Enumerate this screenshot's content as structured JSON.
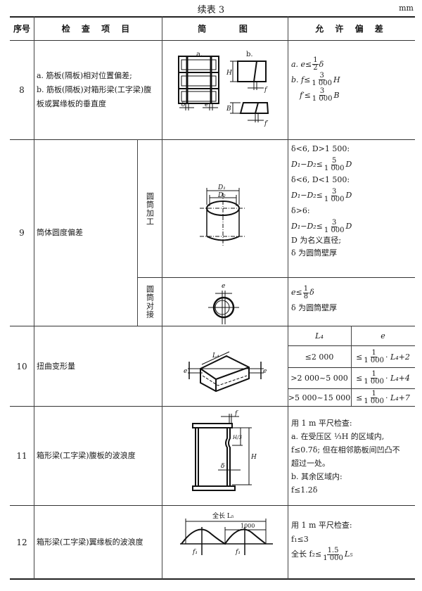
{
  "caption": "续表 3",
  "unit": "mm",
  "header": {
    "seq": "序号",
    "item": "检 查 项 目",
    "sketch": "简    图",
    "tolerance": "允 许 偏 差"
  },
  "rows": [
    {
      "seq": "8",
      "item_lines": [
        "a. 筋板(隔板)相对位置偏差;",
        "b. 筋板(隔板)对箱形梁(工字梁)腹",
        "板或翼缘板的垂直度"
      ],
      "sketch": {
        "label_a": "a.",
        "label_b": "b.",
        "dims": [
          "δ",
          "e",
          "H",
          "f",
          "B",
          "f′"
        ]
      },
      "tolerance": [
        {
          "prefix": "a. e≤",
          "num": "1",
          "den": "2",
          "suffix": "δ"
        },
        {
          "prefix": "b. f≤",
          "num": "3",
          "den": "1 000",
          "suffix": "H"
        },
        {
          "prefix": "f′≤",
          "num": "3",
          "den": "1 000",
          "suffix": "B"
        }
      ]
    },
    {
      "seq": "9",
      "item": "筒体圆度偏差",
      "sub": [
        {
          "label": "圆筒加工",
          "sketch_dims": [
            "D₁",
            "D₂"
          ],
          "tolerance": [
            {
              "text": "δ<6, D>1 500:"
            },
            {
              "prefix": "D₁−D₂≤",
              "num": "5",
              "den": "1 000",
              "suffix": "D"
            },
            {
              "text": "δ<6, D<1 500:"
            },
            {
              "prefix": "D₁−D₂≤",
              "num": "3",
              "den": "1 000",
              "suffix": "D"
            },
            {
              "text": "δ>6:"
            },
            {
              "prefix": "D₁−D₂≤",
              "num": "3",
              "den": "1 000",
              "suffix": "D"
            },
            {
              "text": "D 为名义直径;"
            },
            {
              "text": "δ 为圆筒壁厚"
            }
          ]
        },
        {
          "label": "圆筒对接",
          "sketch_dims": [
            "e"
          ],
          "tolerance": [
            {
              "prefix": "e≤",
              "num": "1",
              "den": "8",
              "suffix": "δ"
            },
            {
              "text": "δ 为圆筒壁厚"
            }
          ]
        }
      ]
    },
    {
      "seq": "10",
      "item": "扭曲变形量",
      "sketch_dims": [
        "L₄",
        "e",
        "e"
      ],
      "tolerance_table": {
        "headers": [
          "L₄",
          "e"
        ],
        "rows": [
          {
            "range": "≤2 000",
            "prefix": "≤",
            "num": "1",
            "den": "1 000",
            "suffix": "· L₄+2"
          },
          {
            "range": ">2 000~5 000",
            "prefix": "≤",
            "num": "1",
            "den": "1 000",
            "suffix": "· L₄+4"
          },
          {
            "range": ">5 000~15 000",
            "prefix": "≤",
            "num": "1",
            "den": "1 000",
            "suffix": "· L₄+7"
          }
        ]
      }
    },
    {
      "seq": "11",
      "item": "箱形梁(工字梁)腹板的波浪度",
      "sketch_dims": [
        "f",
        "H/3",
        "H",
        "δ"
      ],
      "tolerance": [
        {
          "text": "用 1 m 平尺检查:"
        },
        {
          "text": "a. 在受压区 ⅓H 的区域内,"
        },
        {
          "text": "f≤0.7δ; 但在相邻筋板间凹凸不"
        },
        {
          "text": "超过一处。"
        },
        {
          "text": "b. 其余区域内:"
        },
        {
          "text": "f≤1.2δ"
        }
      ]
    },
    {
      "seq": "12",
      "item": "箱形梁(工字梁)翼缘板的波浪度",
      "sketch_dims": [
        "全长 L₅",
        "1000",
        "f₁",
        "f₁"
      ],
      "tolerance": [
        {
          "text": "用 1 m 平尺检查:"
        },
        {
          "text": "f₁≤3"
        },
        {
          "prefix": "全长 f₂≤",
          "num": "1.5",
          "den": "1 000",
          "suffix": "L₅"
        }
      ]
    }
  ]
}
